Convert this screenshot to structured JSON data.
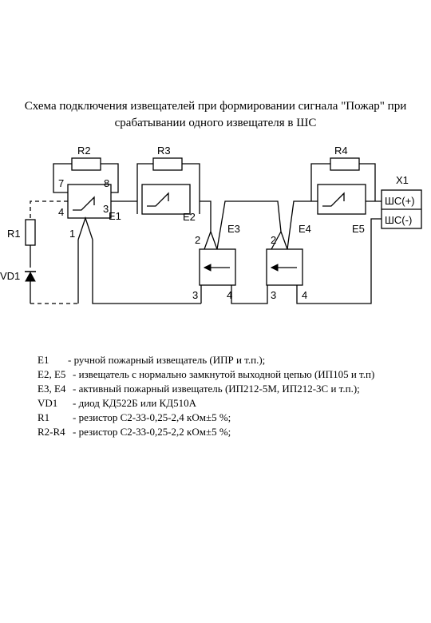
{
  "title": {
    "line1": "Схема подключения извещателей при формировании сигнала \"Пожар\" при",
    "line2": "срабатывании одного извещателя в ШС"
  },
  "diagram": {
    "resistors": {
      "r1": "R1",
      "r2": "R2",
      "r3": "R3",
      "r4": "R4"
    },
    "diode": "VD1",
    "detectors": {
      "e1": "E1",
      "e2": "E2",
      "e3": "E3",
      "e4": "E4",
      "e5": "E5"
    },
    "pins": {
      "e1_7": "7",
      "e1_8": "8",
      "e1_4": "4",
      "e1_3": "3",
      "e1_1": "1",
      "e3_2": "2",
      "e3_3": "3",
      "e3_4": "4",
      "e4_2": "2",
      "e4_3": "3",
      "e4_4": "4"
    },
    "terminal": {
      "name": "X1",
      "plus": "ШС(+)",
      "minus": "ШС(-)"
    }
  },
  "legend": [
    {
      "code": "E1",
      "desc": "- ручной пожарный извещатель (ИПР и т.п.);"
    },
    {
      "code": "E2, E5",
      "desc": "- извещатель с нормально замкнутой выходной цепью (ИП105 и т.п)"
    },
    {
      "code": "E3, E4",
      "desc": "- активный пожарный извещатель (ИП212-5М, ИП212-3С и т.п.);"
    },
    {
      "code": "VD1",
      "desc": "- диод КД522Б или КД510А"
    },
    {
      "code": "R1",
      "desc": "- резистор С2-33-0,25-2,4 кОм±5 %;"
    },
    {
      "code": "R2-R4",
      "desc": "- резистор С2-33-0,25-2,2 кОм±5 %;"
    }
  ]
}
